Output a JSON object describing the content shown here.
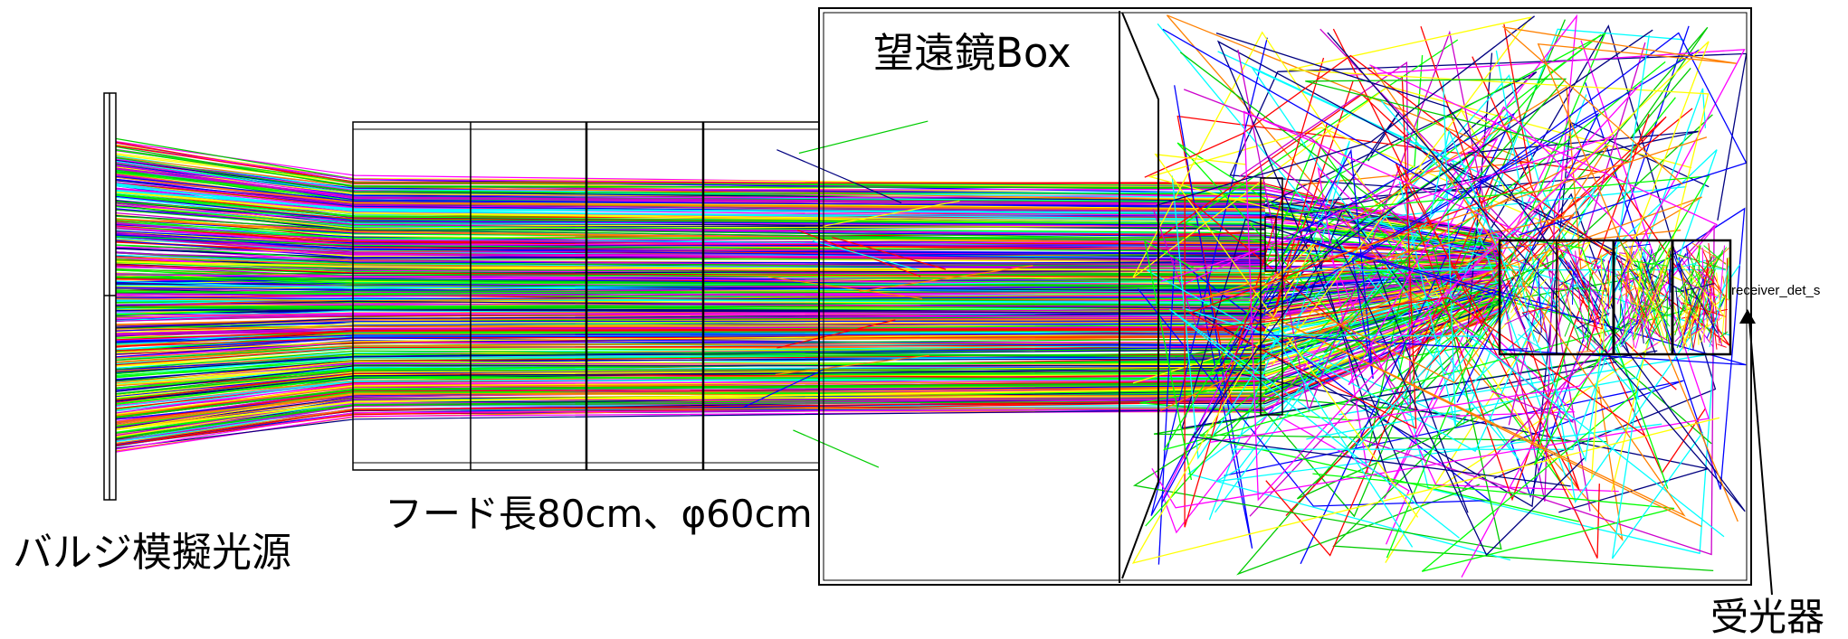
{
  "labels": {
    "telescope_box": "望遠鏡Box",
    "hood": "フード長80cm、φ60cm",
    "source": "バルジ模擬光源",
    "receiver": "受光器",
    "receiver_det": "receiver_det_s"
  },
  "colors": {
    "rays": [
      "#ff0000",
      "#0000ff",
      "#00cc00",
      "#ffff00",
      "#ff00ff",
      "#00ffff",
      "#000080",
      "#ff8000",
      "#cc00cc",
      "#00ff00"
    ],
    "frame": "#000000",
    "background": "#ffffff"
  }
}
